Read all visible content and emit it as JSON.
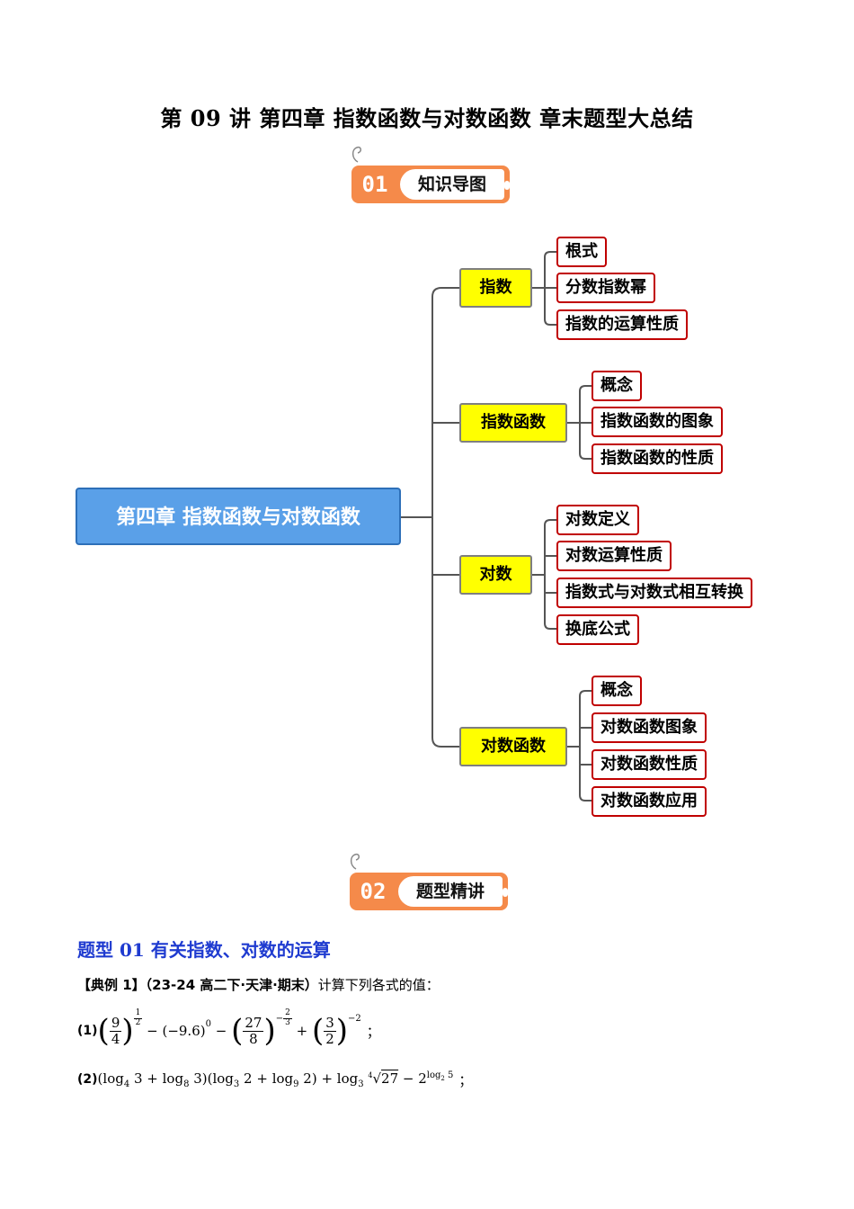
{
  "doc": {
    "title": "第 09 讲 第四章 指数函数与对数函数 章末题型大总结"
  },
  "sections": [
    {
      "num": "01",
      "label": "知识导图"
    },
    {
      "num": "02",
      "label": "题型精讲"
    }
  ],
  "mindmap": {
    "root": "第四章 指数函数与对数函数",
    "branches": [
      {
        "label": "指数",
        "children": [
          "根式",
          "分数指数幂",
          "指数的运算性质"
        ]
      },
      {
        "label": "指数函数",
        "children": [
          "概念",
          "指数函数的图象",
          "指数函数的性质"
        ]
      },
      {
        "label": "对数",
        "children": [
          "对数定义",
          "对数运算性质",
          "指数式与对数式相互转换",
          "换底公式"
        ]
      },
      {
        "label": "对数函数",
        "children": [
          "概念",
          "对数函数图象",
          "对数函数性质",
          "对数函数应用"
        ]
      }
    ]
  },
  "question_type": {
    "heading": "题型 01 有关指数、对数的运算"
  },
  "example": {
    "tag": "【典例 1】",
    "source": "（23-24 高二下·天津·期末）",
    "prompt": "计算下列各式的值：",
    "items": [
      {
        "label": "(1)",
        "tail": "；"
      },
      {
        "label": "(2)",
        "tail": "；"
      }
    ]
  },
  "colors": {
    "badge": "#f58a4a",
    "root": "#5aa0e8",
    "branch": "#ffff00",
    "leaf_border": "#c00000",
    "heading": "#1f3bd0"
  }
}
